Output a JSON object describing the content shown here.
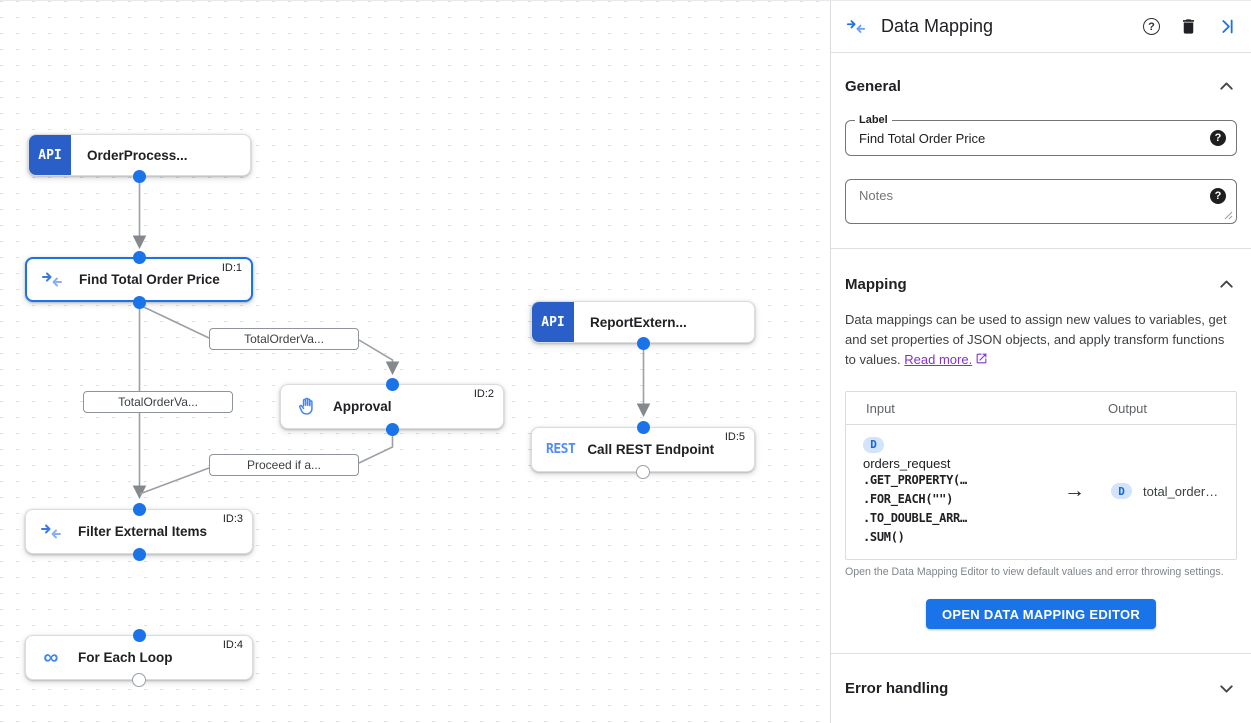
{
  "colors": {
    "accent": "#1a73e8",
    "node_icon_blue": "#4285f4",
    "api_chip_bg": "#2a5fc7",
    "rest_text": "#4e8df7",
    "edge": "#9aa0a6",
    "badge_bg": "#d2e3fc",
    "badge_text": "#1967d2",
    "link": "#8430ce",
    "button_bg": "#1a73e8"
  },
  "canvas": {
    "nodes": [
      {
        "type": "api-trigger",
        "label": "OrderProcess...",
        "icon_text": "API"
      },
      {
        "type": "data-mapping",
        "label": "Find Total Order Price",
        "id_label": "ID:1",
        "selected": true
      },
      {
        "type": "approval",
        "label": "Approval",
        "id_label": "ID:2"
      },
      {
        "type": "data-mapping",
        "label": "Filter External Items",
        "id_label": "ID:3"
      },
      {
        "type": "for-each-loop",
        "label": "For Each Loop",
        "id_label": "ID:4",
        "icon_glyph": "∞"
      },
      {
        "type": "api-trigger",
        "label": "ReportExtern...",
        "icon_text": "API"
      },
      {
        "type": "rest-endpoint",
        "label": "Call REST Endpoint",
        "id_label": "ID:5",
        "icon_text": "REST"
      }
    ],
    "edge_labels": [
      {
        "text": "TotalOrderVa..."
      },
      {
        "text": "TotalOrderVa..."
      },
      {
        "text": "Proceed if a..."
      }
    ]
  },
  "panel": {
    "header": {
      "title": "Data Mapping"
    },
    "general": {
      "heading": "General",
      "label_field": {
        "label": "Label",
        "value": "Find Total Order Price"
      },
      "notes_field": {
        "placeholder": "Notes"
      }
    },
    "mapping": {
      "heading": "Mapping",
      "description": "Data mappings can be used to assign new values to variables, get and set properties of JSON objects, and apply transform functions to values.",
      "read_more": "Read more.",
      "table": {
        "input_header": "Input",
        "output_header": "Output",
        "input": {
          "badge": "D",
          "variable": "orders_request",
          "functions": [
            ".GET_PROPERTY(…",
            ".FOR_EACH(\"\")",
            ".TO_DOUBLE_ARR…",
            ".SUM()"
          ]
        },
        "arrow": "→",
        "output": {
          "badge": "D",
          "variable": "total_order…"
        }
      },
      "caption": "Open the Data Mapping Editor to view default values and error throwing settings.",
      "button": "OPEN DATA MAPPING EDITOR"
    },
    "error_handling": {
      "heading": "Error handling"
    }
  }
}
